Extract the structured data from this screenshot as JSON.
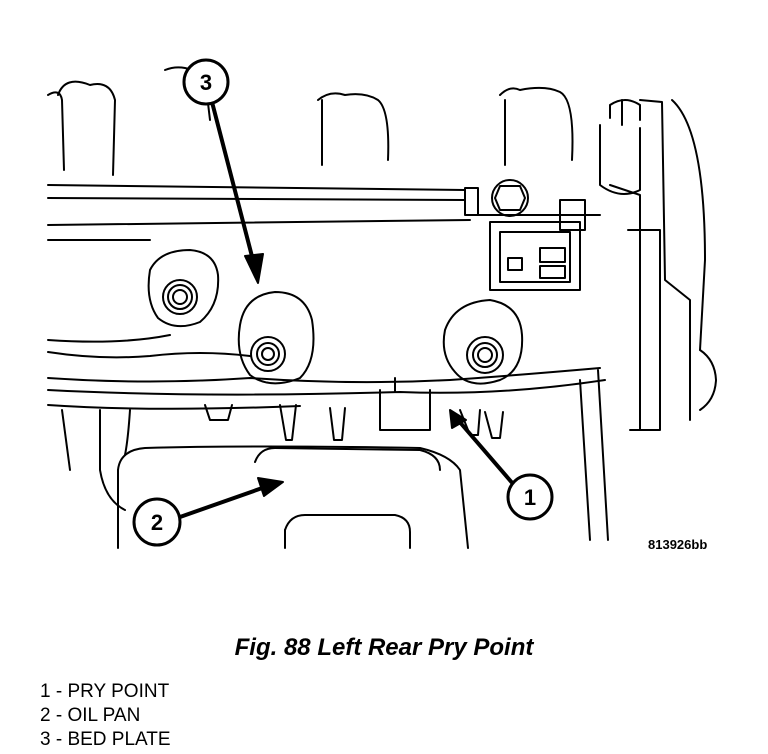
{
  "figure": {
    "id": "813926bb",
    "caption": "Fig. 88 Left Rear Pry Point"
  },
  "callouts": [
    {
      "number": "1"
    },
    {
      "number": "2"
    },
    {
      "number": "3"
    }
  ],
  "legend": [
    "1 - PRY POINT",
    "2 - OIL PAN",
    "3 - BED PLATE"
  ]
}
